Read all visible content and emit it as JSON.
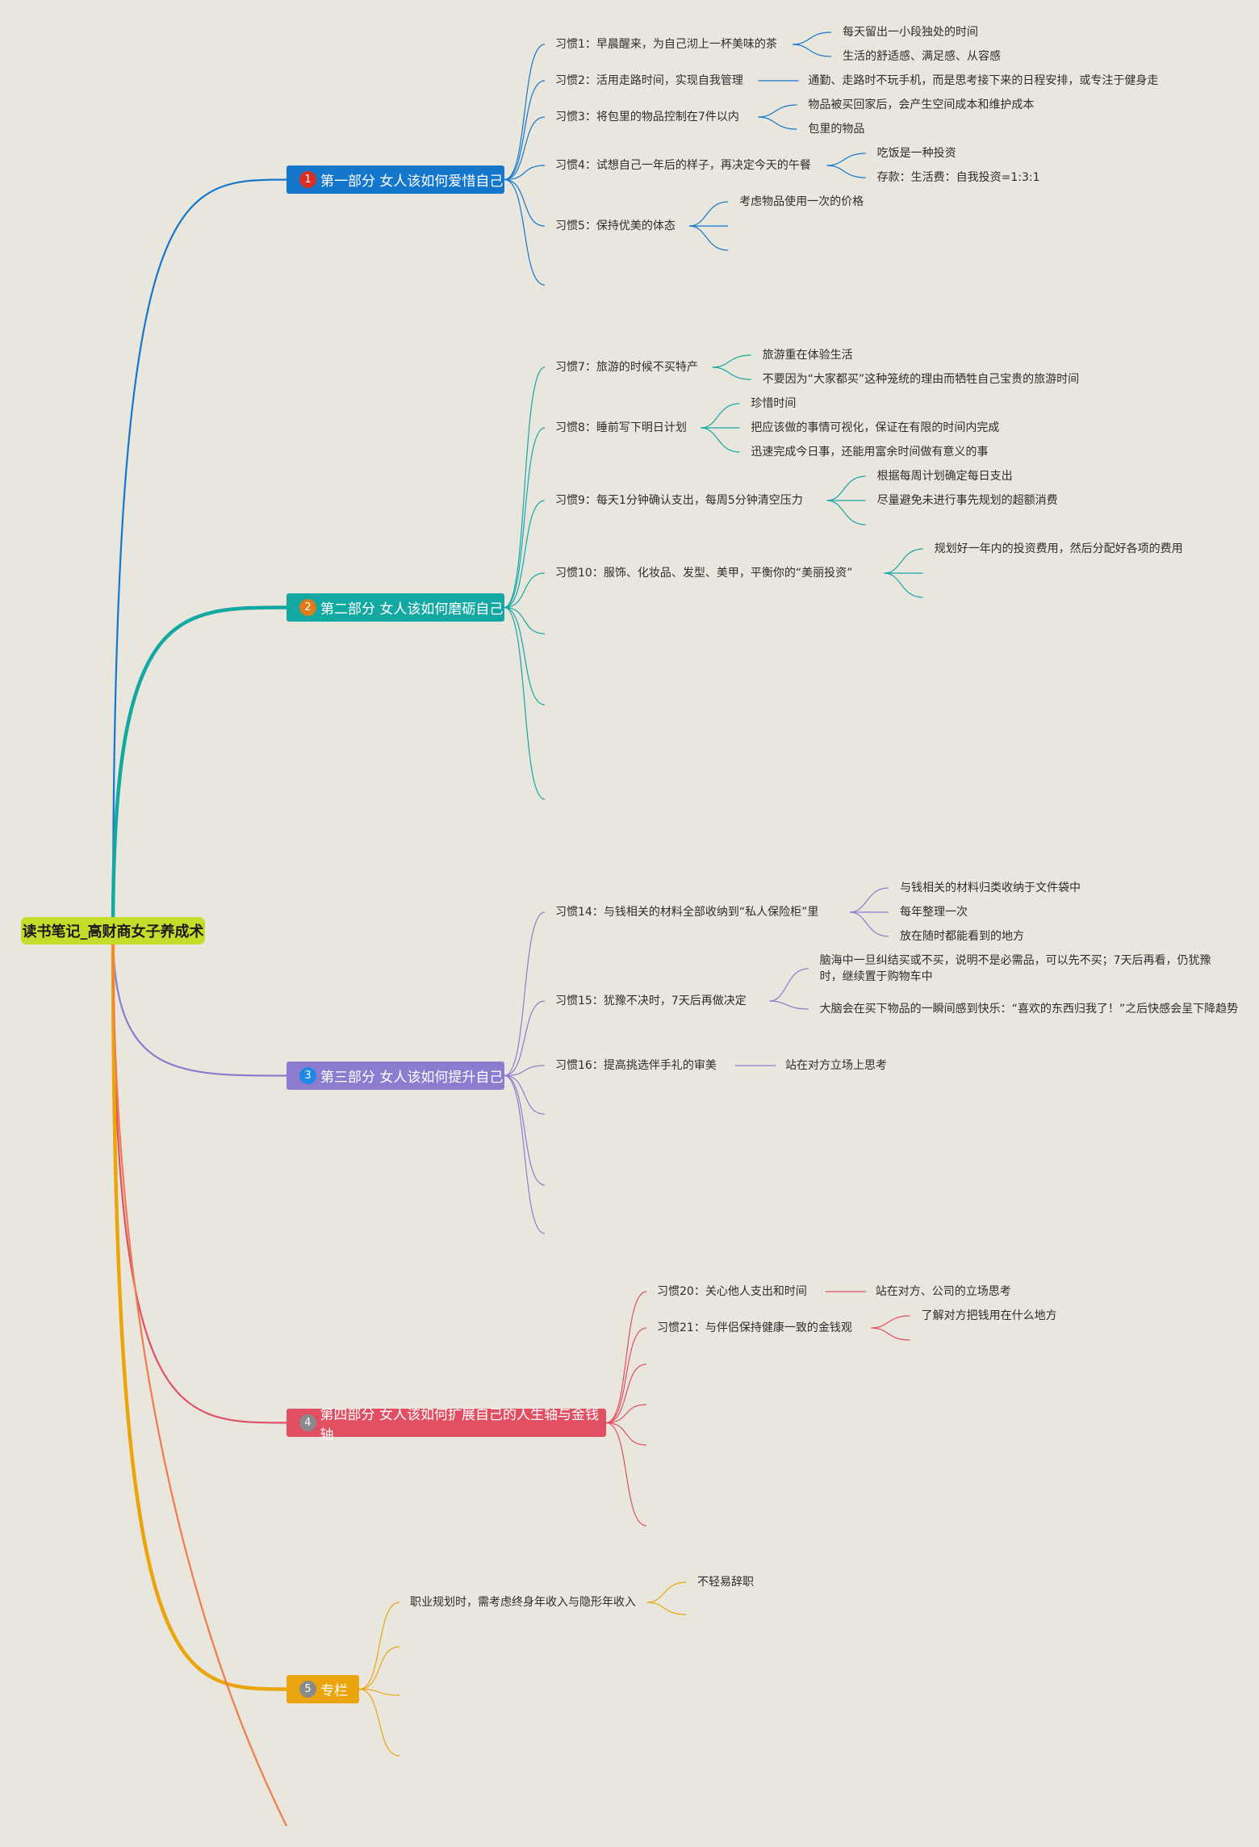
{
  "root": {
    "title": "读书笔记_高财商女子养成术"
  },
  "sections": [
    {
      "label": "第一部分 女人该如何爱惜自己",
      "number": "1",
      "color": "#1577cc",
      "dot_color": "#d93025",
      "habits": [
        {
          "text": "习惯1：早晨醒来，为自己沏上一杯美味的茶",
          "subs": [
            "每天留出一小段独处的时间",
            "生活的舒适感、满足感、从容感"
          ]
        },
        {
          "text": "习惯2：活用走路时间，实现自我管理",
          "subs": [
            "通勤、走路时不玩手机，而是思考接下来的日程安排，或专注于健身走"
          ]
        },
        {
          "text": "习惯3：将包里的物品控制在7件以内",
          "subs": [
            "物品被买回家后，会产生空间成本和维护成本",
            "包里的物品"
          ]
        },
        {
          "text": "习惯4：试想自己一年后的样子，再决定今天的午餐",
          "subs": [
            "吃饭是一种投资",
            "存款：生活费：自我投资=1:3:1"
          ]
        },
        {
          "text": "习惯5：保持优美的体态",
          "subs": [
            "考虑物品使用一次的价格",
            "",
            ""
          ]
        },
        {
          "text": "",
          "subs": []
        }
      ]
    },
    {
      "label": "第二部分 女人该如何磨砺自己",
      "number": "2",
      "color": "#14a8a3",
      "dot_color": "#e07b1a",
      "habits": [
        {
          "text": "习惯7：旅游的时候不买特产",
          "subs": [
            "旅游重在体验生活",
            "不要因为“大家都买”这种笼统的理由而牺牲自己宝贵的旅游时间"
          ]
        },
        {
          "text": "习惯8：睡前写下明日计划",
          "subs": [
            "珍惜时间",
            "把应该做的事情可视化，保证在有限的时间内完成",
            "迅速完成今日事，还能用富余时间做有意义的事"
          ]
        },
        {
          "text": "习惯9：每天1分钟确认支出，每周5分钟清空压力",
          "subs": [
            "根据每周计划确定每日支出",
            "尽量避免未进行事先规划的超额消费",
            ""
          ]
        },
        {
          "text": "习惯10：服饰、化妆品、发型、美甲，平衡你的“美丽投资”",
          "subs": [
            "规划好一年内的投资费用，然后分配好各项的费用",
            "",
            ""
          ]
        },
        {
          "text": "",
          "subs": []
        },
        {
          "text": "",
          "subs": []
        },
        {
          "text": "",
          "subs": []
        }
      ]
    },
    {
      "label": "第三部分 女人该如何提升自己",
      "number": "3",
      "color": "#8c7cd0",
      "dot_color": "#1e88e5",
      "habits": [
        {
          "text": "习惯14：与钱相关的材料全部收纳到“私人保险柜”里",
          "subs": [
            "与钱相关的材料归类收纳于文件袋中",
            "每年整理一次",
            "放在随时都能看到的地方"
          ]
        },
        {
          "text": "习惯15：犹豫不决时，7天后再做决定",
          "subs": [
            "脑海中一旦纠结买或不买，说明不是必需品，可以先不买；7天后再看，仍犹豫时，继续置于购物车中",
            "大脑会在买下物品的一瞬间感到快乐：“喜欢的东西归我了！”之后快感会呈下降趋势"
          ]
        },
        {
          "text": "习惯16：提高挑选伴手礼的审美",
          "subs": [
            "站在对方立场上思考"
          ]
        },
        {
          "text": "",
          "subs": []
        },
        {
          "text": "",
          "subs": []
        },
        {
          "text": "",
          "subs": []
        }
      ]
    },
    {
      "label": "第四部分 女人该如何扩展自己的人生轴与金钱轴",
      "number": "4",
      "color": "#e04f62",
      "dot_color": "#8a8a8a",
      "habits": [
        {
          "text": "习惯20：关心他人支出和时间",
          "subs": [
            "站在对方、公司的立场思考"
          ]
        },
        {
          "text": "习惯21：与伴侣保持健康一致的金钱观",
          "subs": [
            "了解对方把钱用在什么地方",
            ""
          ]
        },
        {
          "text": "",
          "subs": []
        },
        {
          "text": "",
          "subs": []
        },
        {
          "text": "",
          "subs": []
        },
        {
          "text": "",
          "subs": []
        }
      ]
    },
    {
      "label": "专栏",
      "number": "5",
      "color": "#eaa50c",
      "dot_color": "#8a8a8a",
      "habits": [
        {
          "text": "职业规划时，需考虑终身年收入与隐形年收入",
          "subs": [
            "不轻易辞职",
            ""
          ]
        },
        {
          "text": "",
          "subs": []
        },
        {
          "text": "",
          "subs": []
        },
        {
          "text": "",
          "subs": []
        }
      ]
    }
  ],
  "trailing_branch_color": "#f07b4e"
}
